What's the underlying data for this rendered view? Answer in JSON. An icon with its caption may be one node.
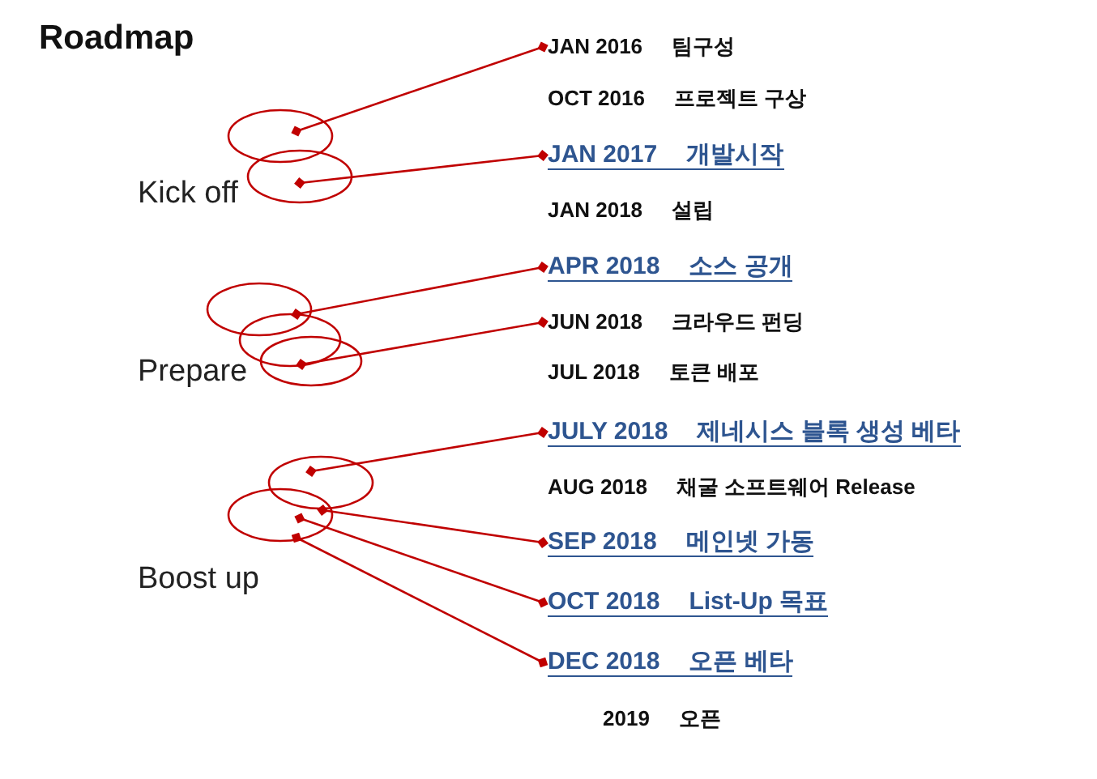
{
  "diagram": {
    "title": "Roadmap",
    "nodes": [
      {
        "text": [],
        "shape": "ellipse"
      },
      {
        "text": [],
        "shape": "ellipse"
      },
      {
        "text": [],
        "shape": "ellipse"
      },
      {
        "text": [],
        "shape": "ellipse"
      },
      {
        "text": [],
        "shape": "ellipse"
      },
      {
        "text": [],
        "shape": "ellipse"
      },
      {
        "text": [],
        "shape": "ellipse"
      },
      {
        "text": [
          "JAN 2016",
          "팀구성"
        ]
      },
      {
        "text": [
          "JAN 2017",
          "개발시작"
        ]
      },
      {
        "text": [
          "APR 2018",
          "소스 공개"
        ]
      },
      {
        "text": [
          "JUN 2018",
          "크라우드 펀딩"
        ]
      },
      {
        "text": [
          "JULY 2018",
          "제네시스 블록 생성 베타"
        ]
      },
      {
        "text": [
          "SEP 2018",
          "메인넷 가동"
        ]
      },
      {
        "text": [
          "OCT 2018",
          "List-Up 목표"
        ]
      },
      {
        "text": [
          "DEC 2018",
          "오픈 베타"
        ]
      }
    ],
    "edges": [
      {
        "from": 0,
        "to": 7,
        "arrow": "other"
      },
      {
        "from": 1,
        "to": 8,
        "arrow": "other"
      },
      {
        "from": 2,
        "to": 9,
        "arrow": "other"
      },
      {
        "from": 4,
        "to": 10,
        "arrow": "other"
      },
      {
        "from": 5,
        "to": 11,
        "arrow": "other"
      },
      {
        "from": 6,
        "to": 12,
        "arrow": "other"
      },
      {
        "from": 6,
        "to": 13,
        "arrow": "other"
      },
      {
        "from": 6,
        "to": 14,
        "arrow": "other"
      }
    ],
    "labels": [
      "OCT 2016",
      "프로젝트 구상",
      "Kick off",
      "JAN 2018",
      "설립",
      "Prepare",
      "JUL 2018",
      "토큰 배포",
      "AUG 2018",
      "채굴 소프트웨어 Release",
      "Boost up",
      "2019",
      "오픈"
    ]
  }
}
